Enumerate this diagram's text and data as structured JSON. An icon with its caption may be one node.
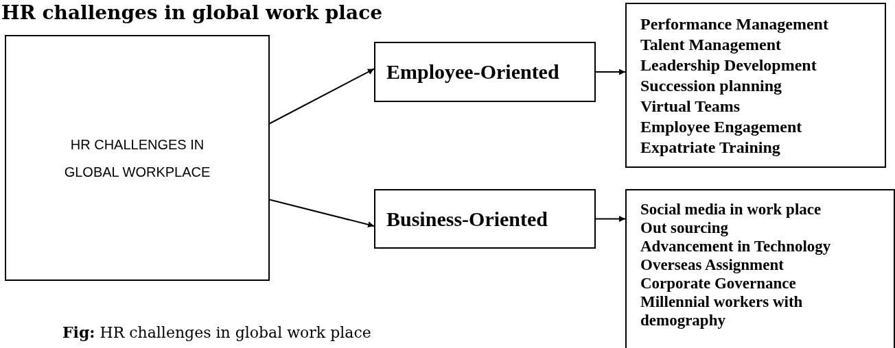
{
  "diagram": {
    "title": "HR challenges in global work place",
    "caption": "**Fig:** HR challenges in global work place",
    "nodes": [
      {
        "text": [
          "HR CHALLENGES IN GLOBAL WORKPLACE"
        ]
      },
      {
        "text": [
          "Employee-Oriented"
        ]
      },
      {
        "text": [
          "Performance Management",
          "Talent Management",
          "Leadership Development",
          "Succession planning",
          "Virtual Teams",
          "Employee Engagement",
          "Expatriate Training"
        ]
      },
      {
        "text": [
          "Business-Oriented"
        ]
      },
      {
        "text": [
          "Social media in work place",
          "Out sourcing",
          "Advancement in Technology",
          "Overseas Assignment",
          "Corporate Governance",
          "Millennial workers with demography"
        ]
      }
    ],
    "edges": [
      {
        "from": 0,
        "to": 1,
        "arrow": "to"
      },
      {
        "from": 0,
        "to": 3,
        "arrow": "to"
      },
      {
        "from": 1,
        "to": 2,
        "arrow": "to"
      },
      {
        "from": 3,
        "to": 4,
        "arrow": "to"
      }
    ]
  }
}
